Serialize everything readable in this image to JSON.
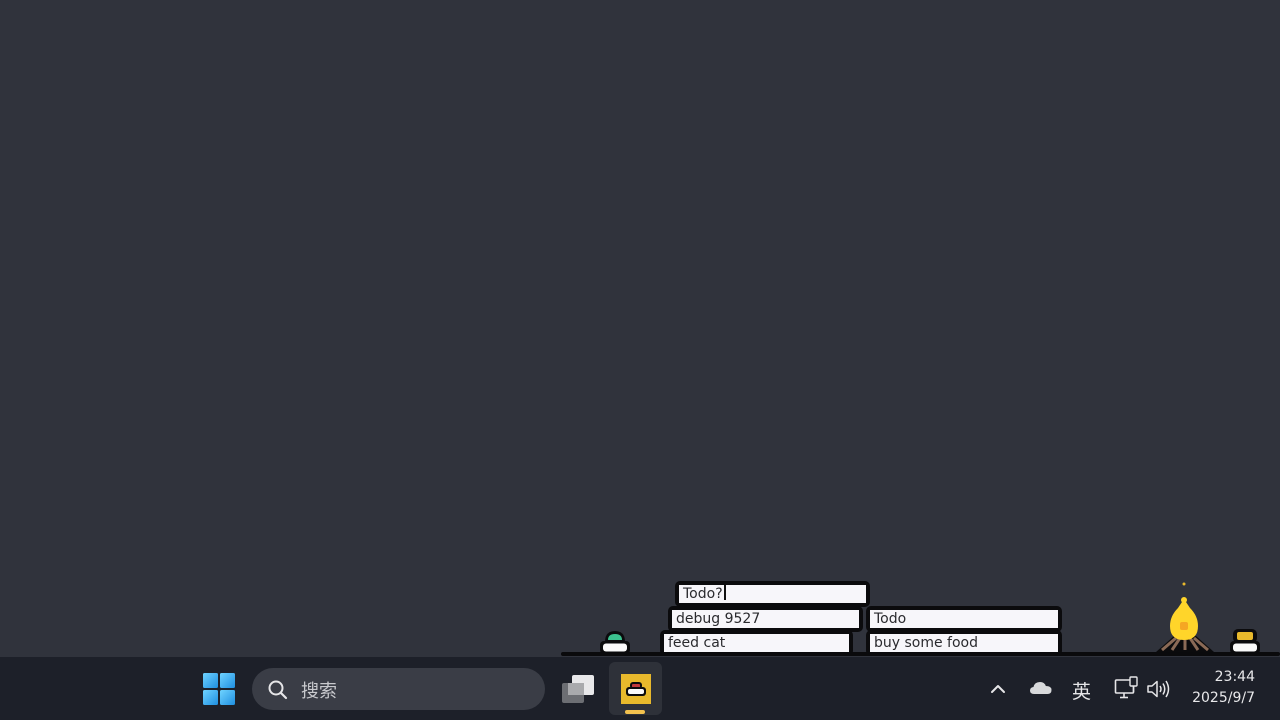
{
  "desktop": {
    "background": "#30333c"
  },
  "todo_widget": {
    "left_stack": [
      {
        "text": "Todo?",
        "editing": true
      },
      {
        "text": "debug 9527"
      },
      {
        "text": "feed cat"
      }
    ],
    "right_stack": [
      {
        "text": "Todo"
      },
      {
        "text": "buy some food"
      }
    ]
  },
  "pets": {
    "left_color": "#3cc28f",
    "right_color": "#e8b92c",
    "campfire_color": "#ffd52a"
  },
  "taskbar": {
    "search_placeholder": "搜索",
    "app_accent": "#f2c14e",
    "tray": {
      "show_hidden_icon": "chevron-up",
      "cloud_icon": "onedrive-cloud",
      "ime_label": "英",
      "network_icon": "wired-network",
      "volume_icon": "speaker"
    },
    "clock": {
      "time": "23:44",
      "date": "2025/9/7"
    }
  }
}
